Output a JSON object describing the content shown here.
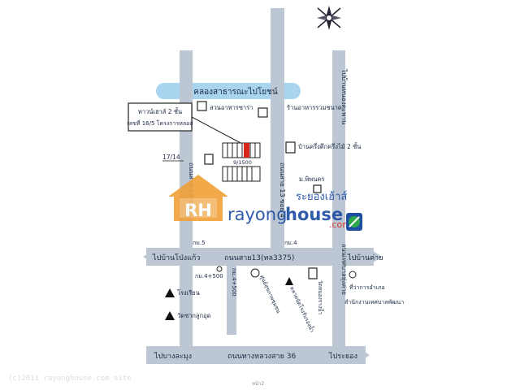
{
  "map": {
    "canal_label": "คลองสาธารณะไปโยชน์",
    "callout_line1": "ทาวน์เฮาส์ 2 ชั้น",
    "callout_line2": "เลขที่ 16/5 โครงการหลอส",
    "roads": {
      "left_to_main": "ไปบ้านโป่งแก้ว",
      "right_to_main": "ไปบ้านค่าย",
      "main_road": "ถนนสาย13(ทล3375)",
      "bottom_road": "ถนนทางหลวงสาย 36",
      "bottom_left": "ไปบางละมุง",
      "bottom_right": "ไประยอง",
      "vertical_soi4": "ถนนสาย 13 ซอย 4",
      "vertical_soi5": "ถนนสาย 13 ซอย 5",
      "vertical_right": "ไปบ้านหนองตะพาน",
      "vertical_right2": "ถนนเทศบาลทุ่งค่าย"
    },
    "markers": {
      "km5": "กม.5",
      "km4": "กม.4",
      "km4_500": "กม.4+500",
      "house_1714": "17/14",
      "shop_tl": "สวนอาหารซาร่า",
      "shop_tr": "ร้านอาหารรวมชนาด",
      "house_2floor": "บ้านครึ่งตึกครึ่งไม้ 2 ชั้น",
      "temple": "ม.พิพนคร",
      "unit_no": "9/1500",
      "school1": "โรงเรียน",
      "school2": "วัดชากลูกอุด",
      "hospital": "ศูนย์สุขภาพชุมชน",
      "market": "ตลาดนัดโรงรับรองน้ำ",
      "temple2": "วัดหนองรางน้ำ",
      "bank": "ที่ว่าการอำเภอ",
      "police": "สำนักงานเทศบาลพัฒนา"
    },
    "watermark": {
      "brand_prefix": "rayong",
      "brand_suffix": "house",
      "brand_com": ".com",
      "thai_name": "ระยองเฮ้าส์",
      "logo_text": "RH"
    },
    "footer_left": "(c)2011 rayonghouse.com site",
    "footer_center": "หน้า2",
    "colors": {
      "road": "#bcc7d3",
      "canal": "#a8d4ee",
      "text": "#1b2a44",
      "brand_orange": "#f0a23a",
      "brand_blue": "#1f4fa3",
      "brand_red": "#d9261c"
    }
  }
}
